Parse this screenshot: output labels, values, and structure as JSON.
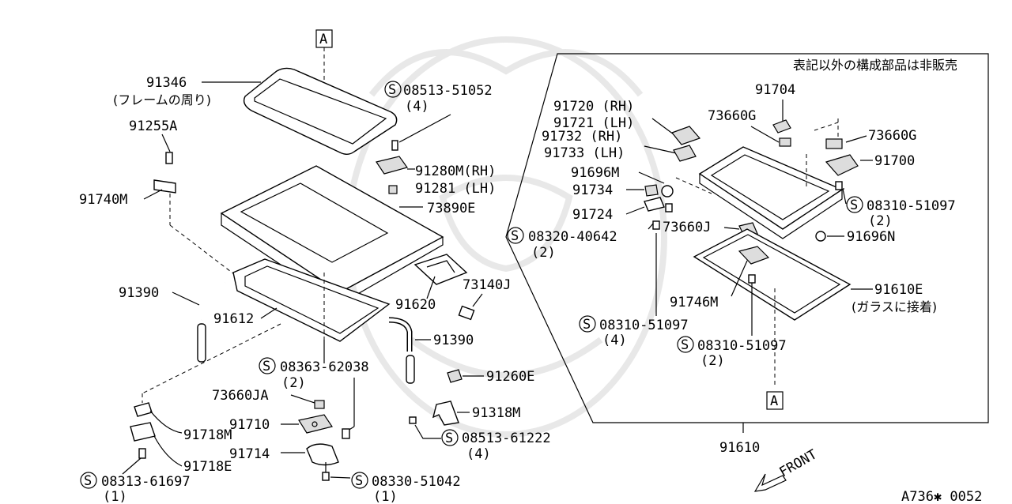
{
  "diagram_code": "A736✱ 0052",
  "note": "表記以外の構成部品は非販売",
  "front_label": "FRONT",
  "ref_a": "A",
  "ref_a_bottom": "A",
  "labels": {
    "p91346": "91346",
    "p91346_note": "(フレームの周り)",
    "p91255A": "91255A",
    "p91740M": "91740M",
    "s08513_51052": "08513-51052",
    "s08513_51052_qty": "(4)",
    "p91280M": "91280M(RH)",
    "p91281": "91281 (LH)",
    "p73890E": "73890E",
    "p91390_left": "91390",
    "p91612": "91612",
    "p91620": "91620",
    "p73140J": "73140J",
    "p91390_right": "91390",
    "s08363_62038": "08363-62038",
    "s08363_62038_qty": "(2)",
    "p91260E": "91260E",
    "p73660JA": "73660JA",
    "p91710": "91710",
    "p91718M": "91718M",
    "p91714": "91714",
    "p91718E": "91718E",
    "p91318M": "91318M",
    "s08513_61222": "08513-61222",
    "s08513_61222_qty": "(4)",
    "s08313_61697": "08313-61697",
    "s08313_61697_qty": "(1)",
    "s08330_51042": "08330-51042",
    "s08330_51042_qty": "(1)",
    "p91704": "91704",
    "p91720": "91720 (RH)",
    "p91721": "91721 (LH)",
    "p73660G_a": "73660G",
    "p73660G_b": "73660G",
    "p91732": "91732 (RH)",
    "p91733": "91733 (LH)",
    "p91700": "91700",
    "p91696M": "91696M",
    "p91734": "91734",
    "s08310_51097_a": "08310-51097",
    "s08310_51097_a_qty": "(2)",
    "p91724": "91724",
    "p91696N": "91696N",
    "s08320_40642": "08320-40642",
    "s08320_40642_qty": "(2)",
    "p73660J": "73660J",
    "p91610E": "91610E",
    "p91610E_note": "(ガラスに接着)",
    "p91746M": "91746M",
    "s08310_51097_b": "08310-51097",
    "s08310_51097_b_qty": "(4)",
    "s08310_51097_c": "08310-51097",
    "s08310_51097_c_qty": "(2)",
    "p91610": "91610",
    "s_mark": "S"
  }
}
